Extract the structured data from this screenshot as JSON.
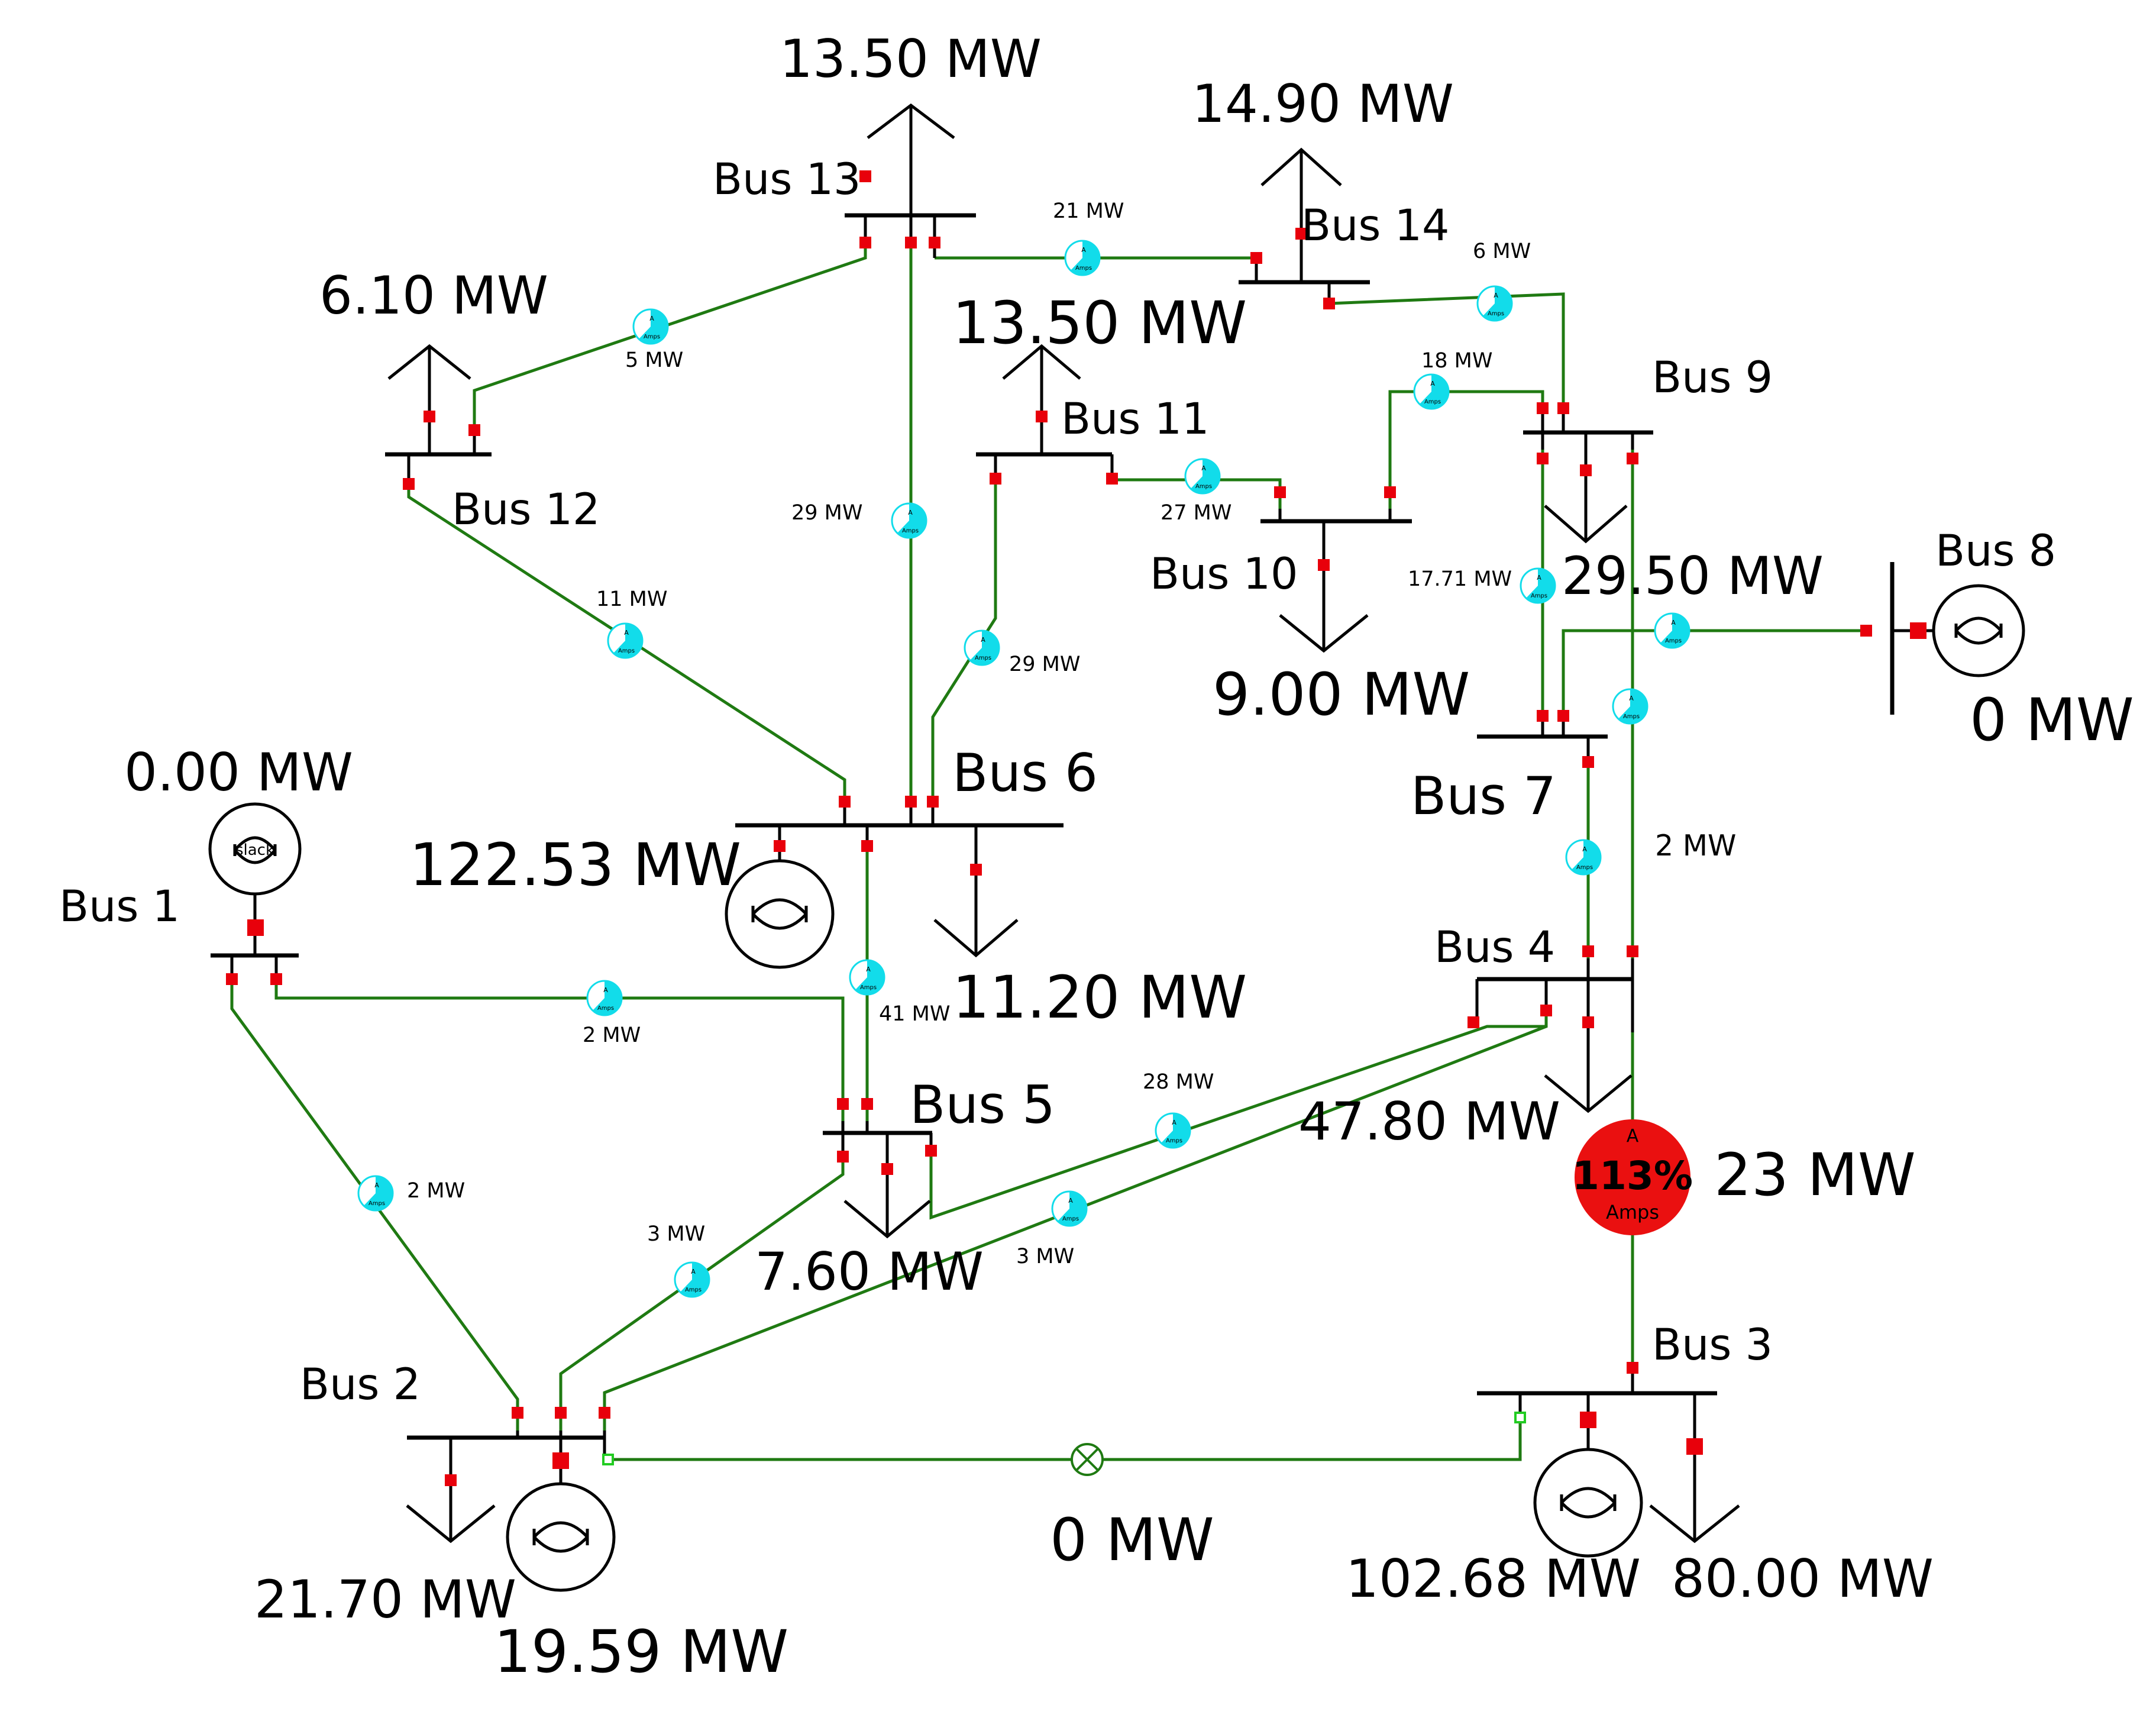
{
  "buses": {
    "bus1": "Bus 1",
    "bus2": "Bus 2",
    "bus3": "Bus 3",
    "bus4": "Bus 4",
    "bus5": "Bus 5",
    "bus6": "Bus 6",
    "bus7": "Bus 7",
    "bus8": "Bus 8",
    "bus9": "Bus 9",
    "bus10": "Bus 10",
    "bus11": "Bus 11",
    "bus12": "Bus 12",
    "bus13": "Bus 13",
    "bus14": "Bus 14"
  },
  "generators": {
    "gen1": {
      "label": "0.00 MW",
      "tag": "slack"
    },
    "gen2": {
      "label": "19.59 MW"
    },
    "gen3": {
      "label": "102.68 MW"
    },
    "gen6": {
      "label": "122.53 MW"
    },
    "gen8": {
      "label": "0 MW"
    }
  },
  "loads": {
    "load2": "21.70 MW",
    "load3": "80.00 MW",
    "load4": "47.80 MW",
    "load5": "7.60 MW",
    "load6": "11.20 MW",
    "load9": "29.50 MW",
    "load10": "9.00 MW",
    "load11": "13.50 MW",
    "load12": "6.10 MW",
    "load13": "13.50 MW",
    "load14": "14.90 MW"
  },
  "flows": {
    "f13_14": "21 MW",
    "f14_9": "6 MW",
    "f12_13": "5 MW",
    "f10_9": "18 MW",
    "f11_10": "27 MW",
    "f13_6": "29 MW",
    "f9_7": "17.71 MW",
    "f12_6": "11 MW",
    "f11_6": "29 MW",
    "f9_4": "2 MW",
    "f1_5": "2 MW",
    "f6_5": "41 MW",
    "f5_4": "28 MW",
    "f1_2": "2 MW",
    "f2_5": "3 MW",
    "f2_4": "3 MW",
    "f3_4": "23 MW",
    "f2_3": "0 MW"
  },
  "gauges": {
    "unit": "A",
    "unit_label": "Amps",
    "overload": {
      "percent": "113%",
      "unit": "A",
      "unit_label": "Amps"
    }
  },
  "colors": {
    "line": "#1f7a12",
    "breaker_closed": "#e8000b",
    "breaker_open": "#22cc22",
    "gauge": "#12dcea",
    "overload": "#ea1010"
  },
  "icons": {
    "generator": "generator-symbol-icon",
    "load": "load-arrow-icon",
    "flow_gauge": "amps-gauge-icon",
    "open_switch": "open-switch-icon"
  }
}
